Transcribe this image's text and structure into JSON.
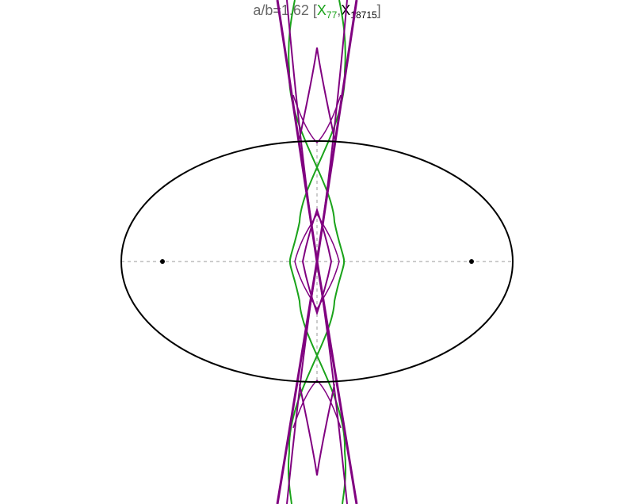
{
  "title": {
    "prefix": "a/b=1.62 [",
    "x1_base": "X",
    "x1_sub": "77",
    "separator": ",",
    "x2_base": "X",
    "x2_sub": "18715",
    "suffix": "]"
  },
  "colors": {
    "title_gray": "#666666",
    "x77_green": "#1aa31a",
    "x18715_black": "#000000",
    "ellipse": "#000000",
    "purple_curve": "#800080",
    "green_curve": "#1aa31a",
    "axis_dash": "#999999",
    "focus": "#000000"
  },
  "ellipse": {
    "a": 1.62,
    "b": 1.0
  },
  "curves": [
    "outer-envelope-purple",
    "inner-cusp-purple",
    "deltoid-purple",
    "lens-green"
  ]
}
